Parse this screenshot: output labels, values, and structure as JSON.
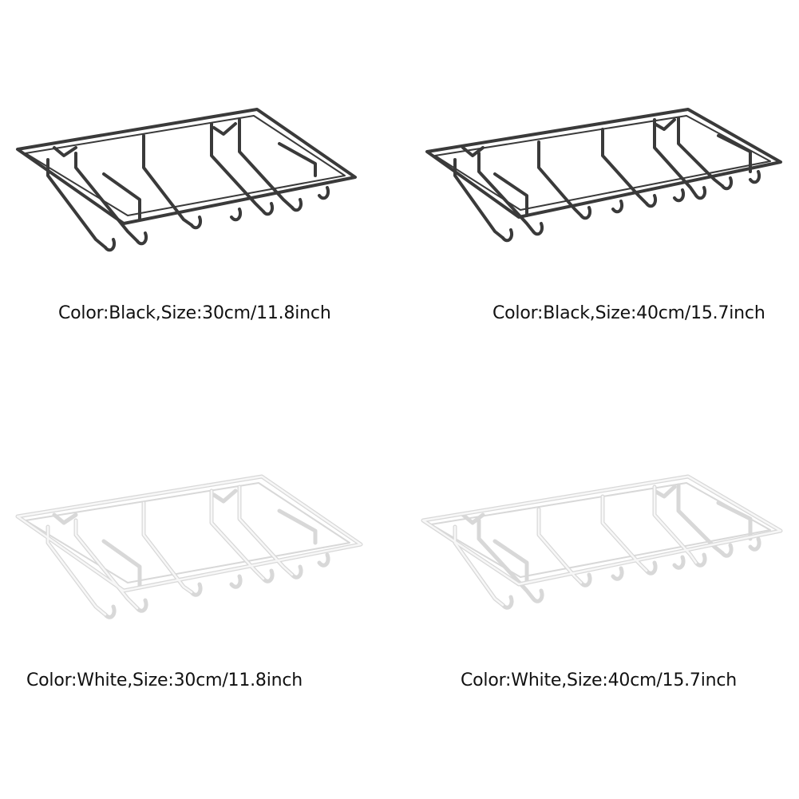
{
  "variants": [
    {
      "caption": "Color:Black,Size:30cm/11.8inch",
      "color": "#3a3a3a"
    },
    {
      "caption": "Color:Black,Size:40cm/15.7inch",
      "color": "#3a3a3a"
    },
    {
      "caption": "Color:White,Size:30cm/11.8inch",
      "color": "#f2f2f2"
    },
    {
      "caption": "Color:White,Size:40cm/15.7inch",
      "color": "#f2f2f2"
    }
  ]
}
